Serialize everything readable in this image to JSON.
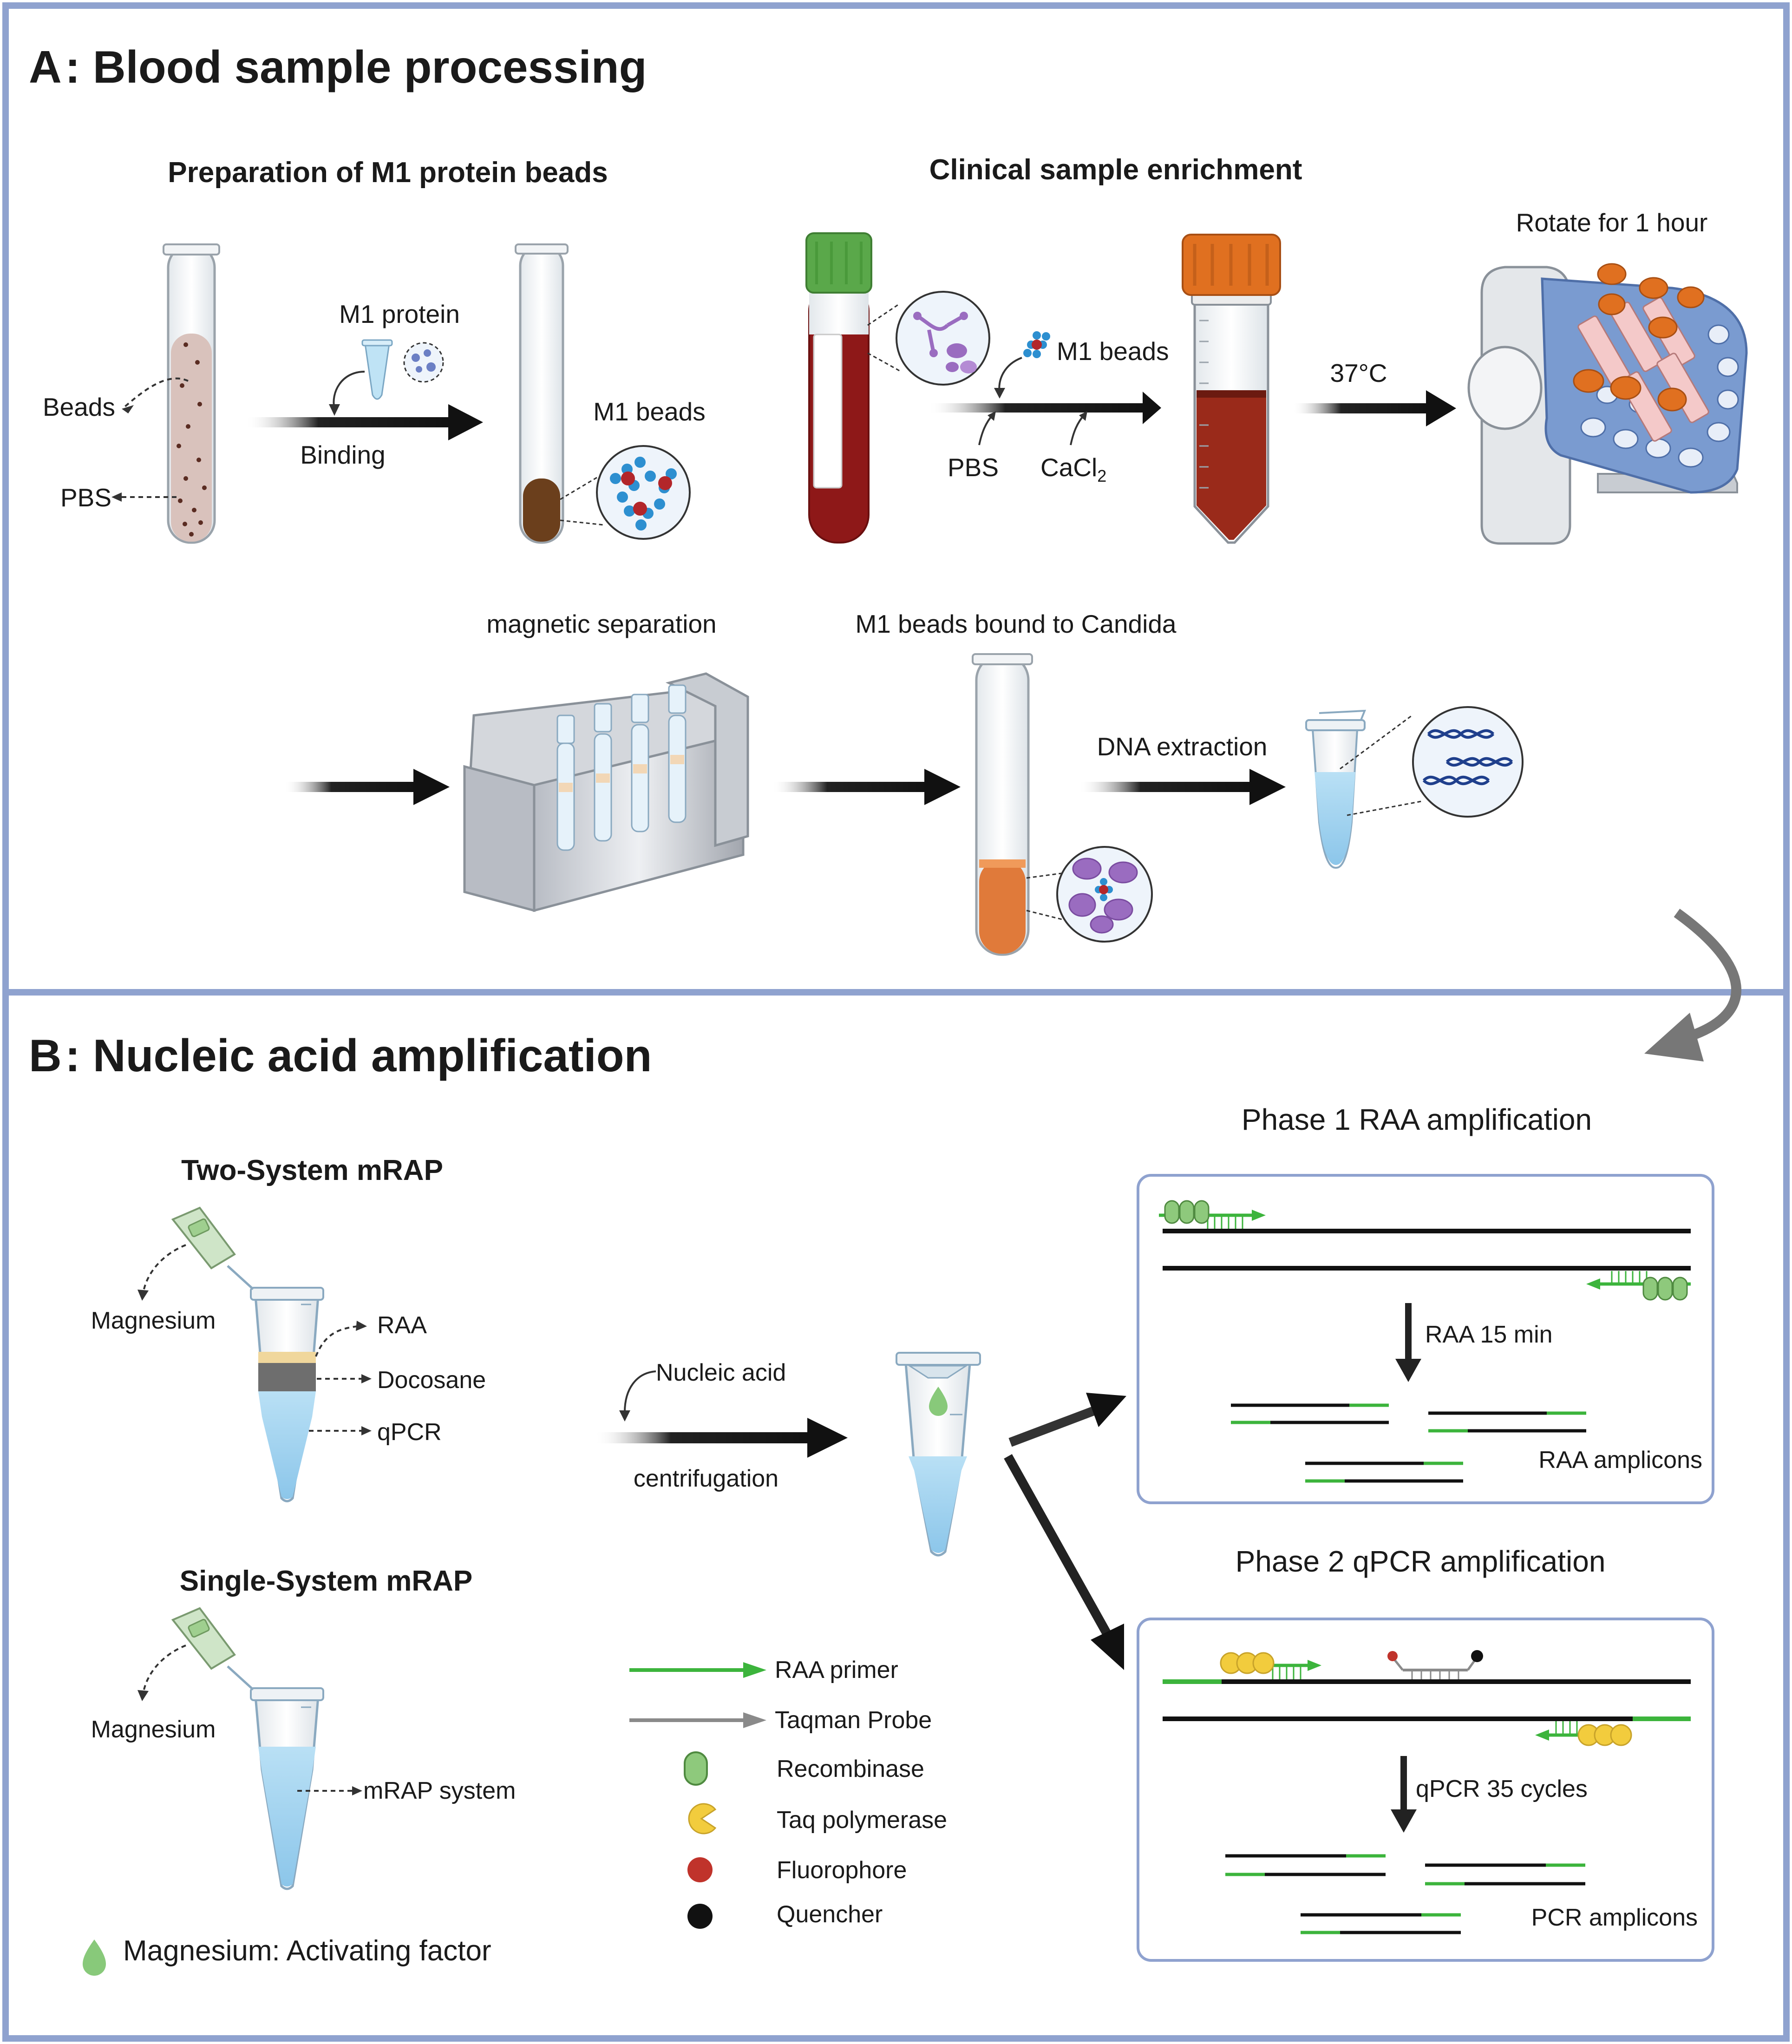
{
  "panelA": {
    "letter": "A",
    "title": ": Blood sample processing",
    "prep_title": "Preparation of M1 protein beads",
    "enrich_title": "Clinical sample enrichment",
    "beads": "Beads",
    "pbs": "PBS",
    "m1_protein": "M1 protein",
    "binding": "Binding",
    "m1_beads": "M1 beads",
    "m1_beads_2": "M1 beads",
    "pbs_2": "PBS",
    "cacl2_base": "CaCl",
    "cacl2_sub": "2",
    "temp": "37°C",
    "rotate": "Rotate for 1 hour",
    "magnetic": "magnetic separation",
    "bound": "M1 beads bound to Candida",
    "dna": "DNA extraction"
  },
  "panelB": {
    "letter": "B",
    "title": ": Nucleic acid amplification",
    "two_system": "Two-System mRAP",
    "single_system": "Single-System mRAP",
    "magnesium_1": "Magnesium",
    "magnesium_2": "Magnesium",
    "raa": "RAA",
    "docosane": "Docosane",
    "qpcr": "qPCR",
    "mrap_system": "mRAP system",
    "nucleic_acid": "Nucleic acid",
    "centrifugation": "centrifugation",
    "phase1": "Phase 1  RAA amplification",
    "phase2": "Phase 2  qPCR amplification",
    "raa_time": "RAA 15 min",
    "raa_amplicons": "RAA amplicons",
    "qpcr_cycles": "qPCR 35 cycles",
    "pcr_amplicons": "PCR amplicons",
    "footnote": "Magnesium: Activating factor"
  },
  "legend": [
    {
      "label": "RAA primer",
      "symbol": "green-arrow-icon"
    },
    {
      "label": "Taqman Probe",
      "symbol": "gray-arrow-icon"
    },
    {
      "label": "Recombinase",
      "symbol": "recombinase-icon"
    },
    {
      "label": "Taq polymerase",
      "symbol": "polymerase-icon"
    },
    {
      "label": "Fluorophore",
      "symbol": "fluorophore-icon"
    },
    {
      "label": "Quencher",
      "symbol": "quencher-icon"
    }
  ],
  "colors": {
    "frame": "#8fa2cf",
    "primer_green": "#3cb43c",
    "blood_red": "#8e1818",
    "beads_brown": "#6b3f1c",
    "cap_orange": "#e07020",
    "cap_green": "#5aa84a",
    "liquid_blue": "#a8d6f0",
    "candida_purple": "#9a6cc0",
    "fluorophore_red": "#c0332b",
    "polymerase_yellow": "#f2cc3d"
  }
}
